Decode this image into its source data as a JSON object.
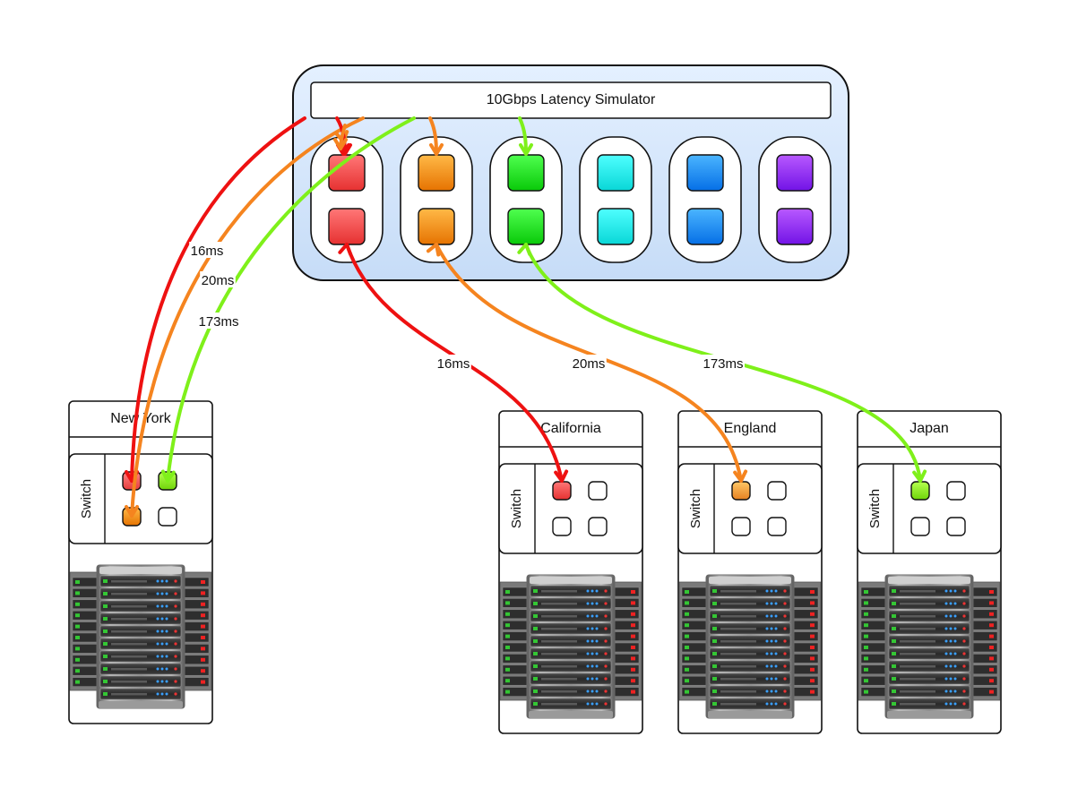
{
  "simulator": {
    "title": "10Gbps Latency Simulator",
    "port_colors": [
      "#ff4a4a",
      "#ff8c1a",
      "#22e222",
      "#22f0f0",
      "#1e88ff",
      "#8b2cff"
    ]
  },
  "sites": [
    {
      "name": "New York",
      "switch_label": "Switch",
      "ports": [
        {
          "fill": "#ff5555",
          "state": "active"
        },
        {
          "fill": "#88ee22",
          "state": "active"
        },
        {
          "fill": "#ff8c1a",
          "state": "active"
        },
        {
          "fill": "#ffffff",
          "state": "idle"
        }
      ]
    },
    {
      "name": "California",
      "switch_label": "Switch",
      "ports": [
        {
          "fill": "#ff4a4a",
          "state": "active"
        },
        {
          "fill": "#ffffff",
          "state": "idle"
        },
        {
          "fill": "#ffffff",
          "state": "idle"
        },
        {
          "fill": "#ffffff",
          "state": "idle"
        }
      ]
    },
    {
      "name": "England",
      "switch_label": "Switch",
      "ports": [
        {
          "fill": "#ff9a3a",
          "state": "active"
        },
        {
          "fill": "#ffffff",
          "state": "idle"
        },
        {
          "fill": "#ffffff",
          "state": "idle"
        },
        {
          "fill": "#ffffff",
          "state": "idle"
        }
      ]
    },
    {
      "name": "Japan",
      "switch_label": "Switch",
      "ports": [
        {
          "fill": "#88ee22",
          "state": "active"
        },
        {
          "fill": "#ffffff",
          "state": "idle"
        },
        {
          "fill": "#ffffff",
          "state": "idle"
        },
        {
          "fill": "#ffffff",
          "state": "idle"
        }
      ]
    }
  ],
  "links": [
    {
      "id": "ny-red",
      "label": "16ms",
      "color": "#ee1111"
    },
    {
      "id": "ny-orange",
      "label": "20ms",
      "color": "#f5841f"
    },
    {
      "id": "ny-green",
      "label": "173ms",
      "color": "#7ff01a"
    },
    {
      "id": "ca-red",
      "label": "16ms",
      "color": "#ee1111"
    },
    {
      "id": "en-orange",
      "label": "20ms",
      "color": "#f5841f"
    },
    {
      "id": "jp-green",
      "label": "173ms",
      "color": "#7ff01a"
    }
  ]
}
